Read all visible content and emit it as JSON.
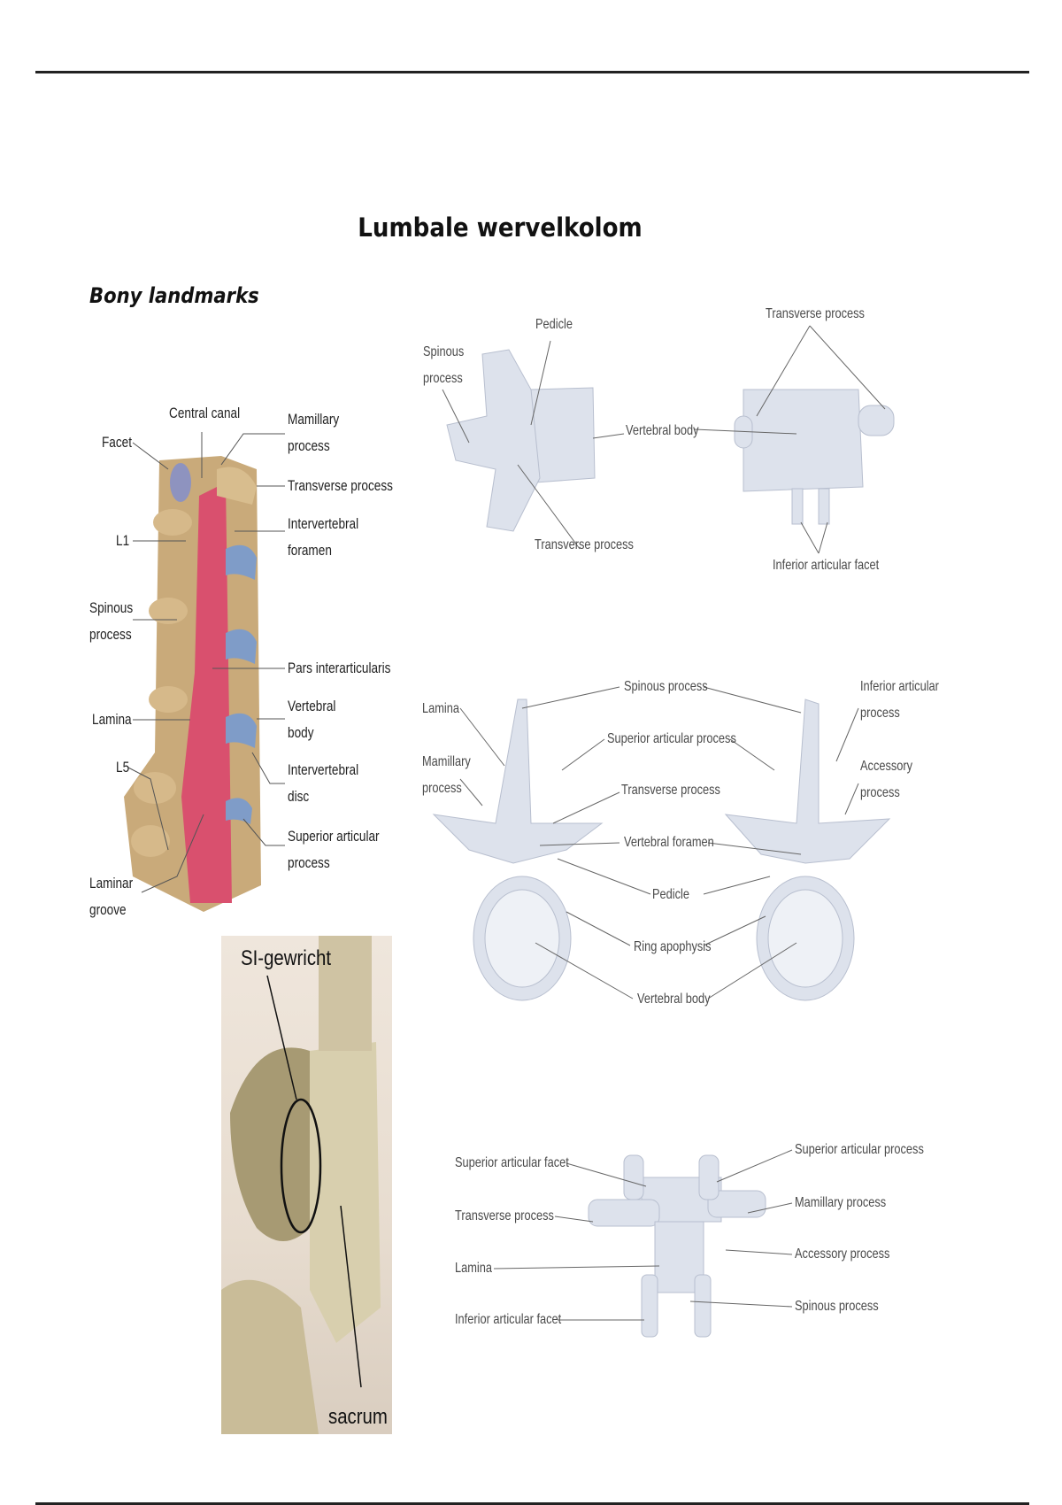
{
  "page": {
    "title": "Lumbale wervelkolom",
    "subtitle": "Bony landmarks"
  },
  "spine_figure": {
    "labels": {
      "central_canal": "Central canal",
      "facet": "Facet",
      "mamillary_process": "Mamillary\nprocess",
      "transverse_process": "Transverse process",
      "intervertebral_foramen": "Intervertebral\nforamen",
      "l1": "L1",
      "spinous_process": "Spinous\nprocess",
      "pars_interarticularis": "Pars interarticularis",
      "lamina": "Lamina",
      "vertebral_body": "Vertebral\nbody",
      "l5": "L5",
      "intervertebral_disc": "Intervertebral\ndisc",
      "superior_articular_process": "Superior articular\nprocess",
      "laminar_groove": "Laminar\ngroove"
    }
  },
  "si_figure": {
    "si_joint": "SI-gewricht",
    "sacrum": "sacrum"
  },
  "lateral_figure": {
    "pedicle": "Pedicle",
    "spinous_process": "Spinous\nprocess",
    "transverse_process_top": "Transverse process",
    "vertebral_body": "Vertebral body",
    "transverse_process_bottom": "Transverse process",
    "inferior_articular_facet": "Inferior articular facet"
  },
  "superior_figure": {
    "lamina": "Lamina",
    "spinous_process": "Spinous process",
    "inferior_articular_process": "Inferior articular\nprocess",
    "mamillary_process": "Mamillary\nprocess",
    "superior_articular_process": "Superior articular process",
    "accessory_process": "Accessory\nprocess",
    "transverse_process": "Transverse process",
    "vertebral_foramen": "Vertebral foramen",
    "pedicle": "Pedicle",
    "ring_apophysis": "Ring apophysis",
    "vertebral_body": "Vertebral body"
  },
  "posterior_figure": {
    "superior_articular_facet": "Superior articular facet",
    "superior_articular_process": "Superior articular process",
    "transverse_process": "Transverse process",
    "mamillary_process": "Mamillary process",
    "lamina": "Lamina",
    "accessory_process": "Accessory process",
    "inferior_articular_facet": "Inferior articular facet",
    "spinous_process": "Spinous process"
  },
  "colors": {
    "bone_tan": "#c9aa7a",
    "canal_pink": "#d9506e",
    "disc_blue": "#7f9cc8",
    "bone_gray": "#dde2ec"
  }
}
